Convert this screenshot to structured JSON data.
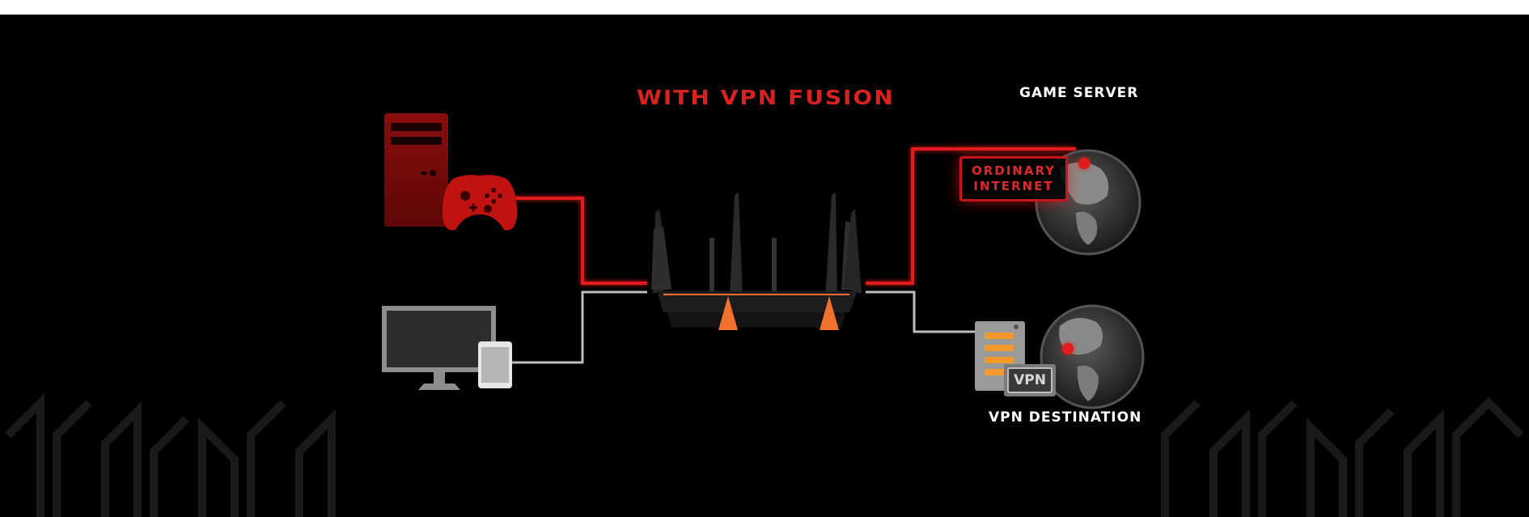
{
  "diagram": {
    "title": "WITH VPN FUSION",
    "nodes": {
      "game_server": "GAME SERVER",
      "ordinary_internet": [
        "ORDINARY",
        "INTERNET"
      ],
      "vpn_badge": "VPN",
      "vpn_destination": "VPN DESTINATION"
    },
    "icons": [
      "pc-tower-icon",
      "gamepad-icon",
      "monitor-icon",
      "tablet-icon",
      "router-icon",
      "globe-icon",
      "server-icon",
      "vpn-badge-icon"
    ],
    "colors": {
      "background": "#000000",
      "accent_red": "#d8221f",
      "line_white": "#bdbdbd",
      "text_white": "#ffffff",
      "server_orange": "#f29a2e"
    }
  }
}
